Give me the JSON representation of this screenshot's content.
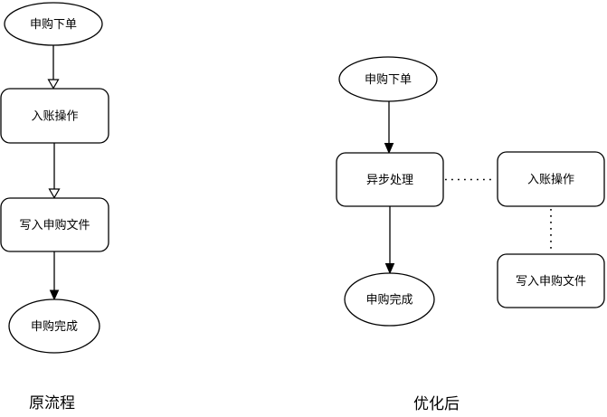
{
  "diagram": {
    "original": {
      "caption": "原流程",
      "nodes": {
        "start": "申购下单",
        "accounting": "入账操作",
        "write_file": "写入申购文件",
        "end": "申购完成"
      }
    },
    "optimized": {
      "caption": "优化后",
      "nodes": {
        "start": "申购下单",
        "async": "异步处理",
        "accounting": "入账操作",
        "write_file": "写入申购文件",
        "end": "申购完成"
      }
    },
    "style": {
      "stroke": "#000000",
      "node_fill": "#ffffff",
      "text": "#000000",
      "background": "#ffffff"
    }
  }
}
